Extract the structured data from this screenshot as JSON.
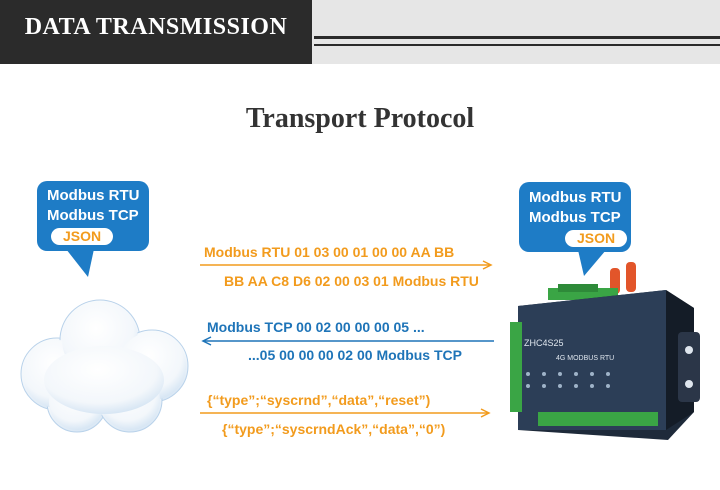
{
  "banner": {
    "title": "DATA TRANSMISSION"
  },
  "heading": "Transport Protocol",
  "left_bubble": {
    "line1": "Modbus RTU",
    "line2": "Modbus TCP",
    "json": "JSON"
  },
  "right_bubble": {
    "line1": "Modbus RTU",
    "line2": "Modbus TCP",
    "json": "JSON"
  },
  "messages": {
    "rtu_request": "Modbus RTU 01 03 00 01 00 00 AA BB",
    "rtu_response": "BB AA C8  D6 02 00 03 01 Modbus RTU",
    "tcp_request": "Modbus TCP 00 02 00 00 00 05 ...",
    "tcp_response": "...05 00 00 00 02 00 Modbus TCP",
    "json_request": "{“type”;“syscrnd”,“data”,“reset”)",
    "json_response": "{“type”;“syscrndAck”,“data”,“0”)"
  },
  "device": {
    "brand": "ZHC4S25",
    "model": "4G MODBUS RTU"
  },
  "colors": {
    "accent_blue": "#1e7cc6",
    "accent_orange": "#f29b1d",
    "banner_dark": "#2b2b2b"
  }
}
